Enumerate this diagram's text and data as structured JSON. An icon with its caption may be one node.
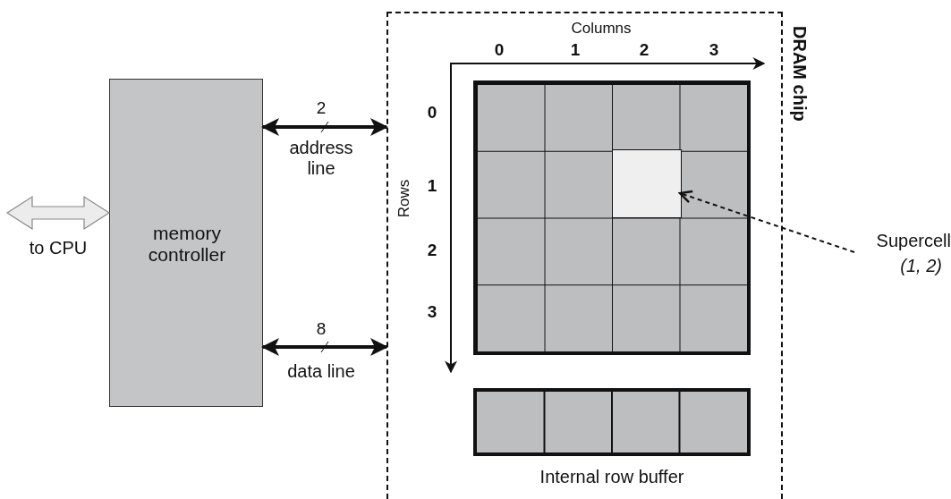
{
  "diagram": {
    "nodes": [
      {
        "text": [
          "memory controller"
        ]
      },
      {
        "text": [
          "DRAM chip"
        ]
      },
      {
        "text": [],
        "shape": "box",
        "in": 1
      },
      {
        "text": [],
        "shape": "box",
        "in": 2
      },
      {
        "text": [
          "Internal row buffer"
        ],
        "in": 1
      },
      {
        "text": [
          "Supercell",
          "(1, 2)"
        ]
      }
    ],
    "edges": [
      {
        "from": null,
        "to": 0,
        "arrow": "both",
        "label": "to CPU",
        "style": "thick",
        "color": "#ececec"
      },
      {
        "from": 0,
        "to": 1,
        "arrow": "both",
        "label": "address line"
      },
      {
        "from": 0,
        "to": 1,
        "arrow": "both",
        "label": "data line"
      },
      {
        "from": 5,
        "to": 3,
        "arrow": "to",
        "style": "dashed"
      }
    ],
    "labels": [
      "Columns",
      "0",
      "1",
      "2",
      "3",
      "2",
      "0",
      "Rows",
      "1",
      "2",
      "3",
      "8"
    ]
  }
}
